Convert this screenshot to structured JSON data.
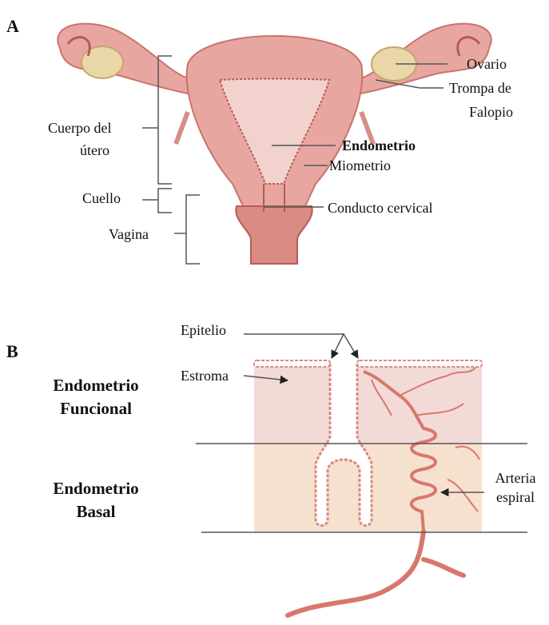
{
  "panel_a": {
    "letter": "A",
    "labels": {
      "ovario": "Ovario",
      "trompa_line1": "Trompa de",
      "trompa_line2": "Falopio",
      "cuerpo_line1": "Cuerpo del",
      "cuerpo_line2": "útero",
      "endometrio": "Endometrio",
      "miometrio": "Miometrio",
      "cuello": "Cuello",
      "conducto": "Conducto cervical",
      "vagina": "Vagina"
    }
  },
  "panel_b": {
    "letter": "B",
    "labels": {
      "epitelio": "Epitelio",
      "estroma": "Estroma",
      "funcional_line1": "Endometrio",
      "funcional_line2": "Funcional",
      "basal_line1": "Endometrio",
      "basal_line2": "Basal",
      "arteria_line1": "Arteria",
      "arteria_line2": "espiral"
    }
  },
  "colors": {
    "tissue": "#e7a7a0",
    "tissue_dark": "#c9736d",
    "tissue_light": "#f2d2cc",
    "ovary": "#e9d7a8",
    "functional_layer": "#f2dbd6",
    "basal_layer": "#f6e1cf",
    "artery": "#d9776c",
    "line": "#555555"
  }
}
